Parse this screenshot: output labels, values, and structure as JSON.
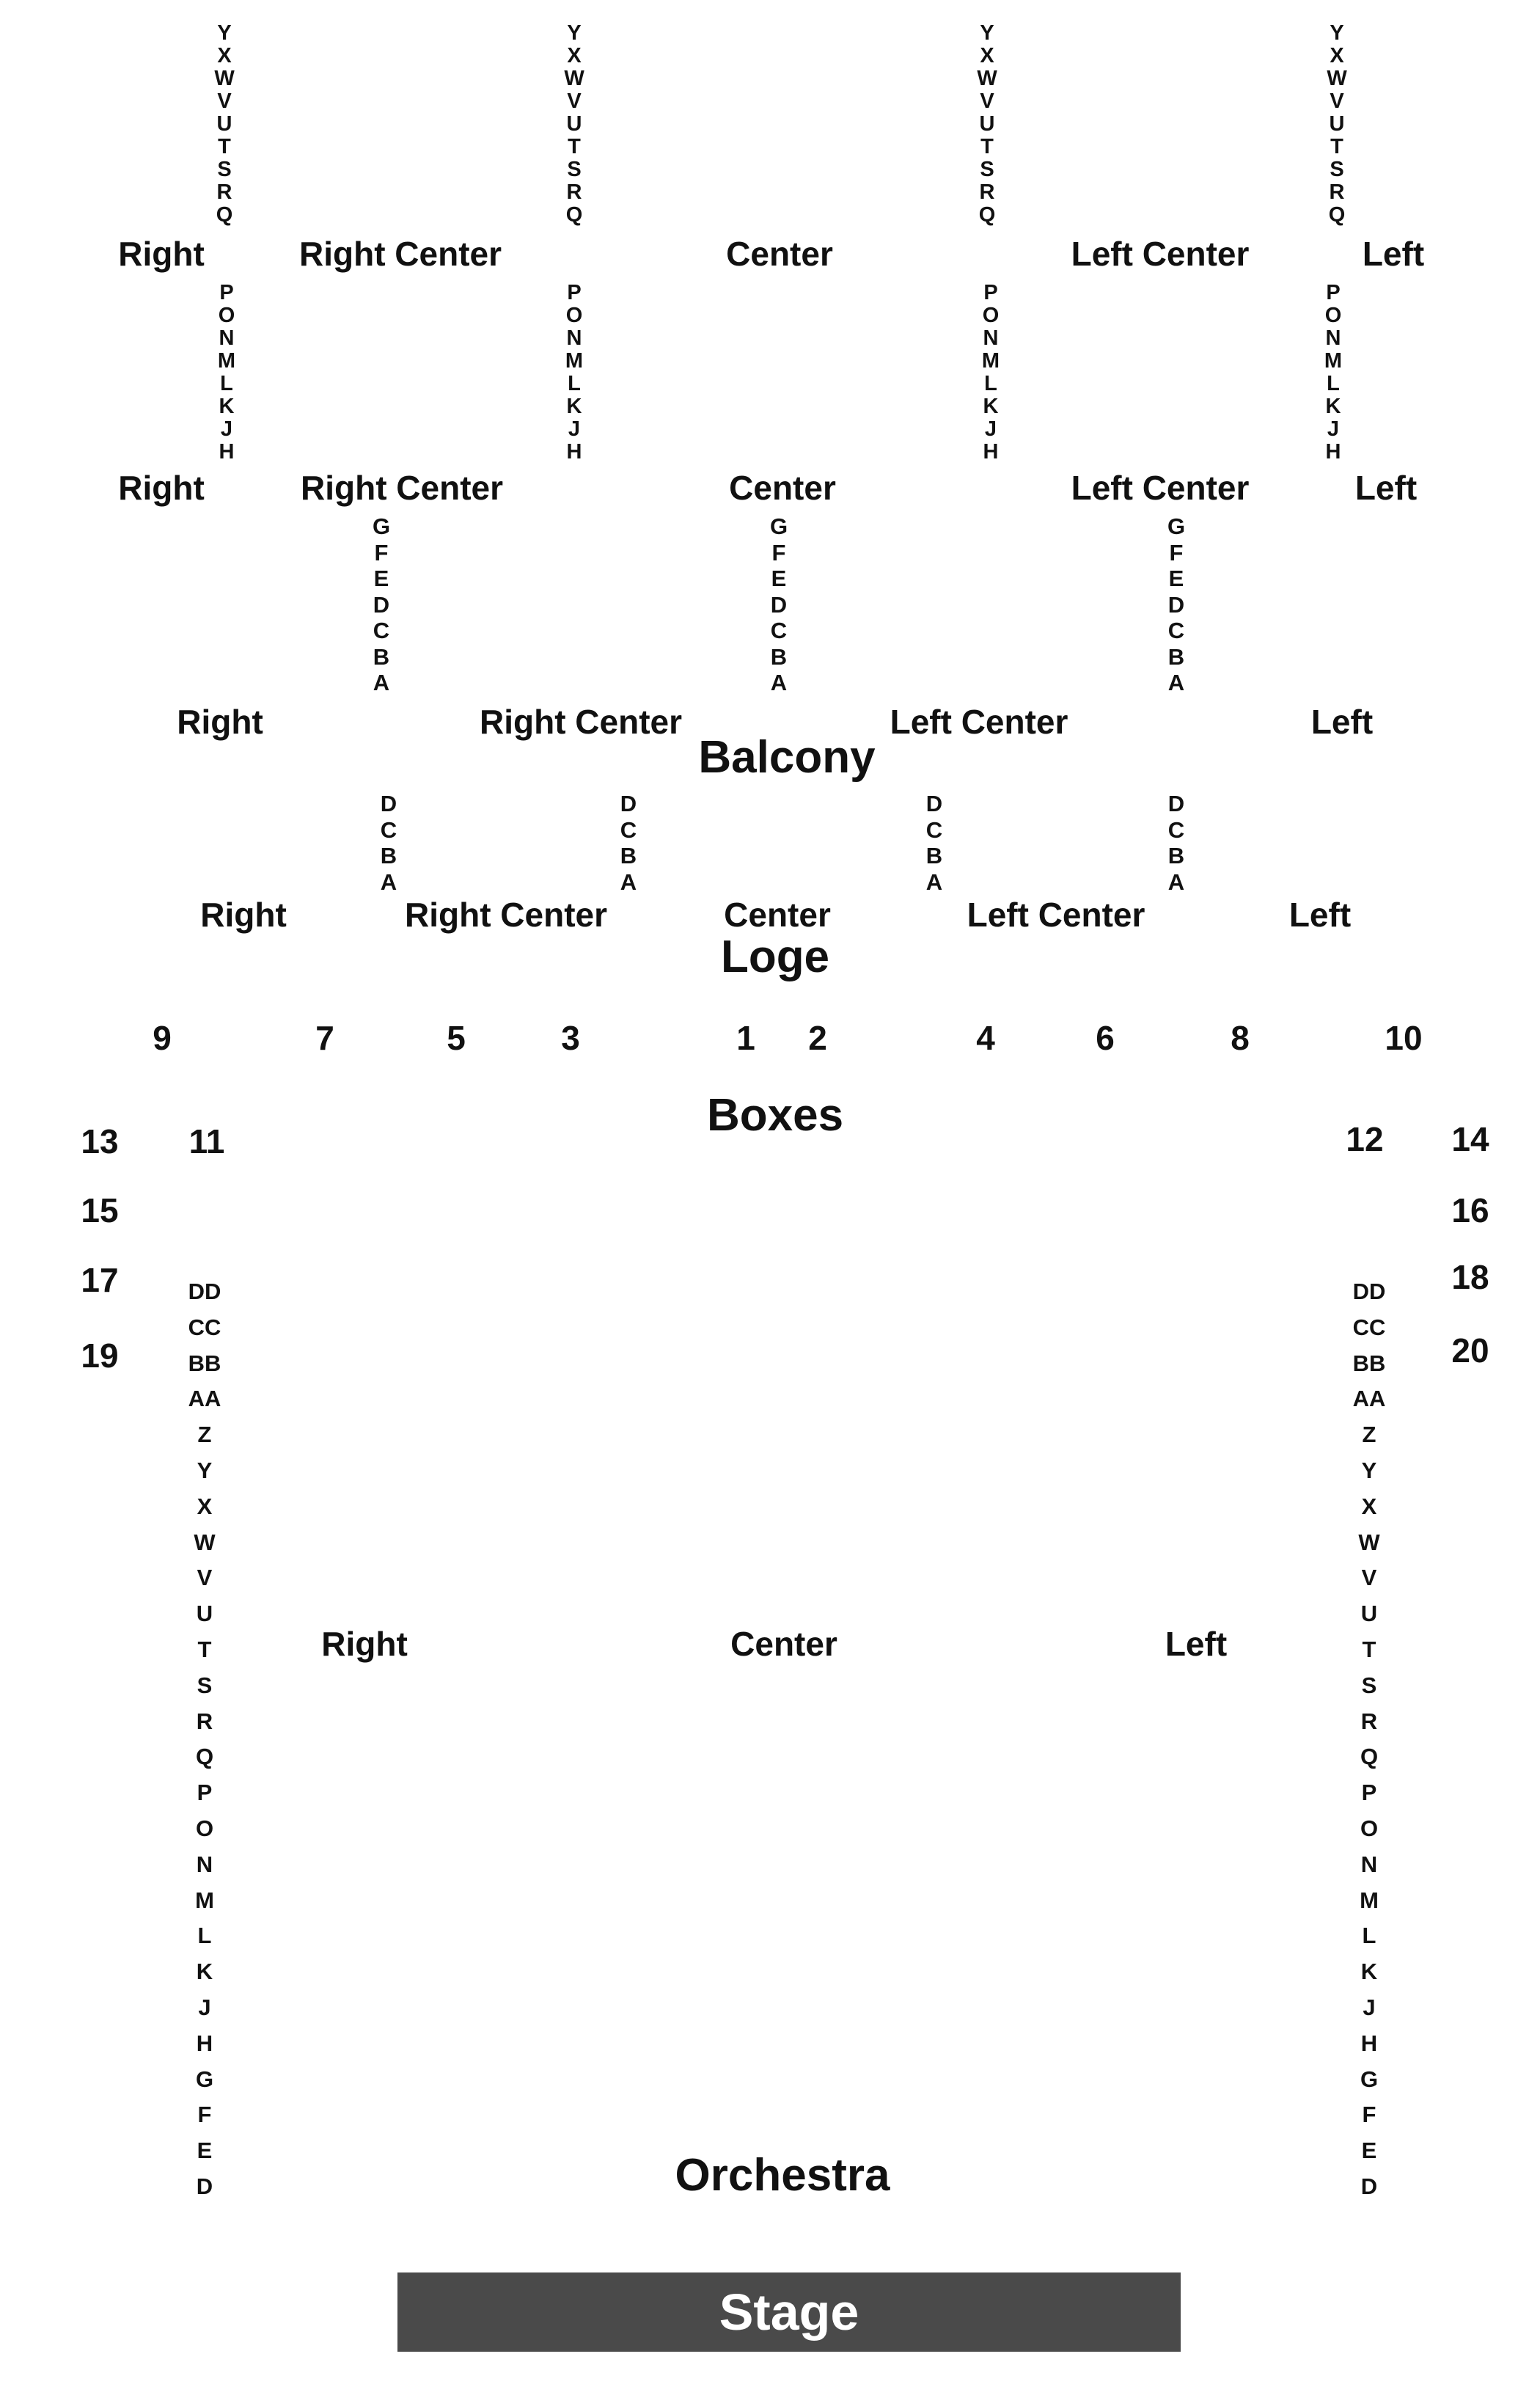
{
  "balcony": {
    "title": "Balcony",
    "upper_rows": [
      "Y",
      "X",
      "W",
      "V",
      "U",
      "T",
      "S",
      "R",
      "Q"
    ],
    "upper_sections": [
      "Right",
      "Right Center",
      "Center",
      "Left Center",
      "Left"
    ],
    "middle_rows": [
      "P",
      "O",
      "N",
      "M",
      "L",
      "K",
      "J",
      "H"
    ],
    "middle_sections": [
      "Right",
      "Right Center",
      "Center",
      "Left Center",
      "Left"
    ],
    "lower_rows": [
      "G",
      "F",
      "E",
      "D",
      "C",
      "B",
      "A"
    ],
    "lower_sections": [
      "Right",
      "Right Center",
      "Left Center",
      "Left"
    ]
  },
  "loge": {
    "title": "Loge",
    "rows": [
      "D",
      "C",
      "B",
      "A"
    ],
    "sections": [
      "Right",
      "Right Center",
      "Center",
      "Left Center",
      "Left"
    ]
  },
  "boxes": {
    "title": "Boxes",
    "numbers": [
      "9",
      "7",
      "5",
      "3",
      "1",
      "2",
      "4",
      "6",
      "8",
      "10",
      "13",
      "11",
      "15",
      "17",
      "19",
      "12",
      "14",
      "16",
      "18",
      "20"
    ]
  },
  "orchestra": {
    "title": "Orchestra",
    "rows": [
      "DD",
      "CC",
      "BB",
      "AA",
      "Z",
      "Y",
      "X",
      "W",
      "V",
      "U",
      "T",
      "S",
      "R",
      "Q",
      "P",
      "O",
      "N",
      "M",
      "L",
      "K",
      "J",
      "H",
      "G",
      "F",
      "E",
      "D"
    ],
    "sections": [
      "Right",
      "Center",
      "Left"
    ]
  },
  "stage": {
    "label": "Stage",
    "color": "#4a4a4a"
  }
}
